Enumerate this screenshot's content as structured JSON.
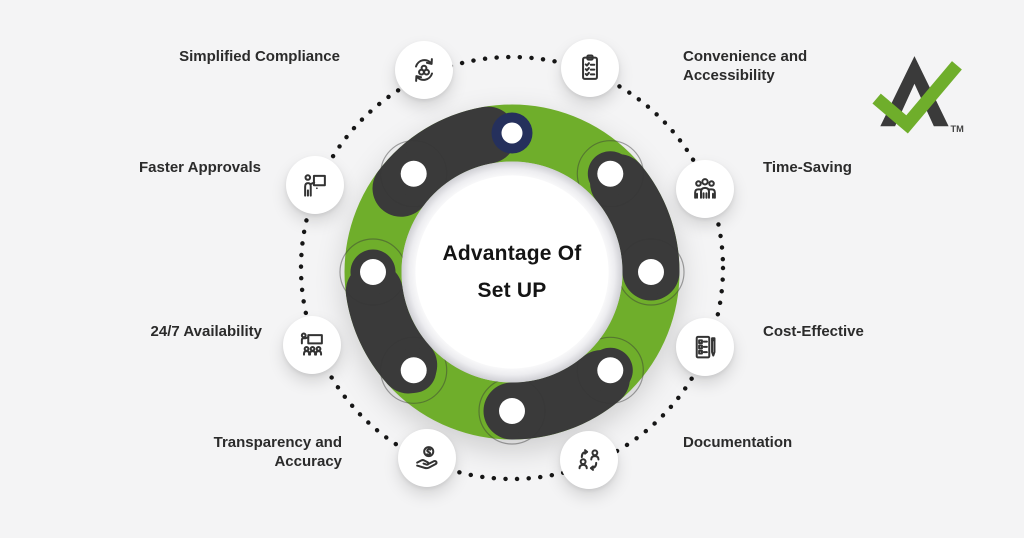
{
  "title": {
    "line1": "Advantage Of",
    "line2": "Set UP"
  },
  "labels": [
    {
      "id": "simplified-compliance",
      "text": "Simplified Compliance",
      "icon": "sync-process-icon"
    },
    {
      "id": "convenience-accessibility",
      "text": "Convenience and Accessibility",
      "icon": "clipboard-checklist-icon"
    },
    {
      "id": "faster-approvals",
      "text": "Faster Approvals",
      "icon": "presenter-board-icon"
    },
    {
      "id": "time-saving",
      "text": "Time-Saving",
      "icon": "people-group-icon"
    },
    {
      "id": "availability",
      "text": "24/7 Availability",
      "icon": "training-classroom-icon"
    },
    {
      "id": "cost-effective",
      "text": "Cost-Effective",
      "icon": "document-pen-icon"
    },
    {
      "id": "transparency-accuracy",
      "text": "Transparency and Accuracy",
      "icon": "hand-dollar-icon"
    },
    {
      "id": "documentation",
      "text": "Documentation",
      "icon": "people-exchange-icon"
    }
  ],
  "logo": {
    "trademark": "TM"
  },
  "colors": {
    "background": "#f4f4f5",
    "green": "#6fae2b",
    "dark": "#3a3a3a",
    "navy": "#25305c",
    "text": "#2b2b2b",
    "dots": "#161616"
  }
}
